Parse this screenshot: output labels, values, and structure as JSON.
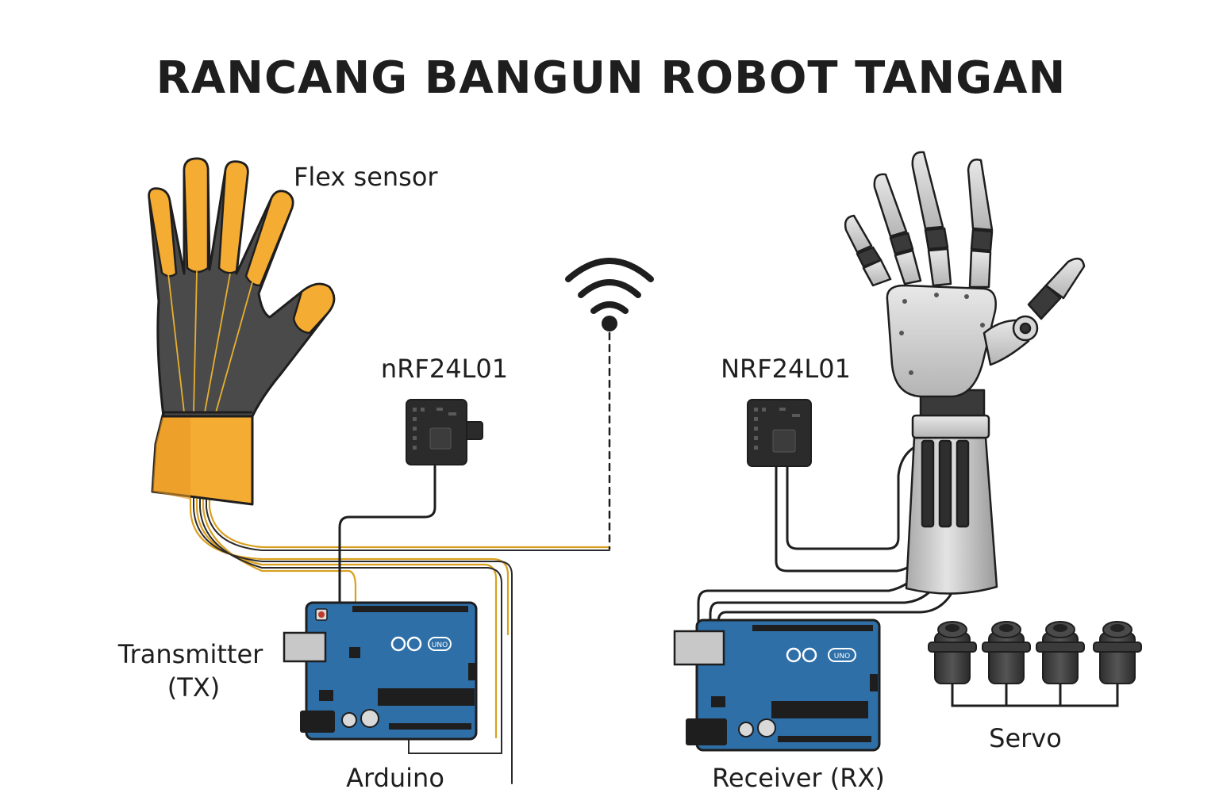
{
  "title": "RANCANG BANGUN ROBOT TANGAN",
  "labels": {
    "flex_sensor": "Flex sensor",
    "nrf_tx": "nRF24L01",
    "nrf_rx": "NRF24L01",
    "transmitter_line1": "Transmitter",
    "transmitter_line2": "(TX)",
    "arduino": "Arduino",
    "receiver": "Receiver (RX)",
    "servo": "Servo"
  },
  "board_logo": "UNO",
  "icons": [
    "glove-icon",
    "wifi-icon",
    "nrf-module-icon",
    "arduino-board-icon",
    "robot-hand-icon",
    "servo-icon"
  ],
  "colors": {
    "glove": "#4a4a4a",
    "flex": "#f5ac33",
    "wire": "#1e1e1e",
    "flex_wire": "#e0a020",
    "board": "#2e6fa8",
    "module": "#2b2b2b",
    "robot_metal": "#c8c8c8",
    "servo": "#3a3a3a"
  }
}
